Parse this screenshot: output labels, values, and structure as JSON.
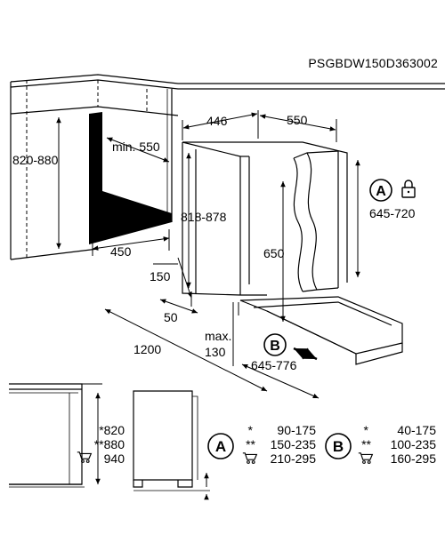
{
  "diagram": {
    "code": "PSGBDW150D363002",
    "top_dims": {
      "width": "446",
      "depth": "550"
    },
    "niche": {
      "height": "820-880",
      "min_depth": "min. 550",
      "width": "450"
    },
    "appliance": {
      "height": "818-878",
      "inner_height": "650",
      "door_gap": "150",
      "plinth": "50",
      "overall_width": "1200",
      "max_plinth": "max.",
      "max_plinth_value": "130",
      "door_height": "645-720",
      "door_offset": "645-776"
    },
    "markers": {
      "a": "A",
      "b": "B"
    },
    "side_view": {
      "h1": "*820",
      "h2": "**880",
      "h3": "940"
    },
    "table_a": {
      "marker": "A",
      "rows": [
        {
          "mark": "*",
          "value": "90-175"
        },
        {
          "mark": "**",
          "value": "150-235"
        },
        {
          "mark": "",
          "value": "210-295"
        }
      ]
    },
    "table_b": {
      "marker": "B",
      "rows": [
        {
          "mark": "*",
          "value": "40-175"
        },
        {
          "mark": "**",
          "value": "100-235"
        },
        {
          "mark": "",
          "value": "160-295"
        }
      ]
    },
    "icons": {
      "lock": "lock-icon",
      "cart": "cart-icon"
    }
  }
}
